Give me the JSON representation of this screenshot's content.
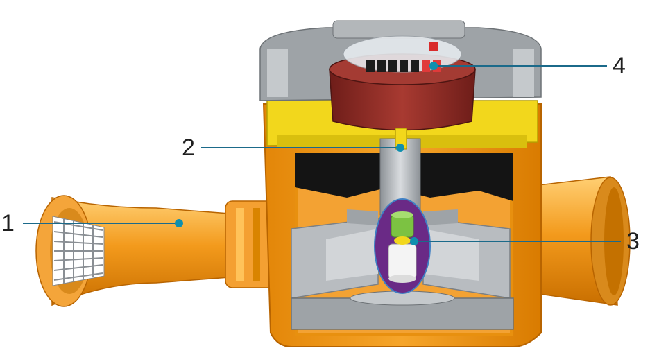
{
  "callouts": [
    {
      "number": "1"
    },
    {
      "number": "2"
    },
    {
      "number": "3"
    },
    {
      "number": "4"
    }
  ],
  "colors": {
    "body_orange": "#f39a1c",
    "body_orange_dark": "#c96f00",
    "body_orange_light": "#ffc35a",
    "plate_yellow": "#f2d71c",
    "register_red": "#8e2a24",
    "turbine_gray": "#b8bcc0",
    "cover_gray": "#9ea3a7",
    "magnet_purple": "#6a2a86",
    "magnet_green": "#7cc242",
    "callout_line": "#1b6a8a",
    "callout_dot": "#0f8fae",
    "background": "#ffffff"
  }
}
